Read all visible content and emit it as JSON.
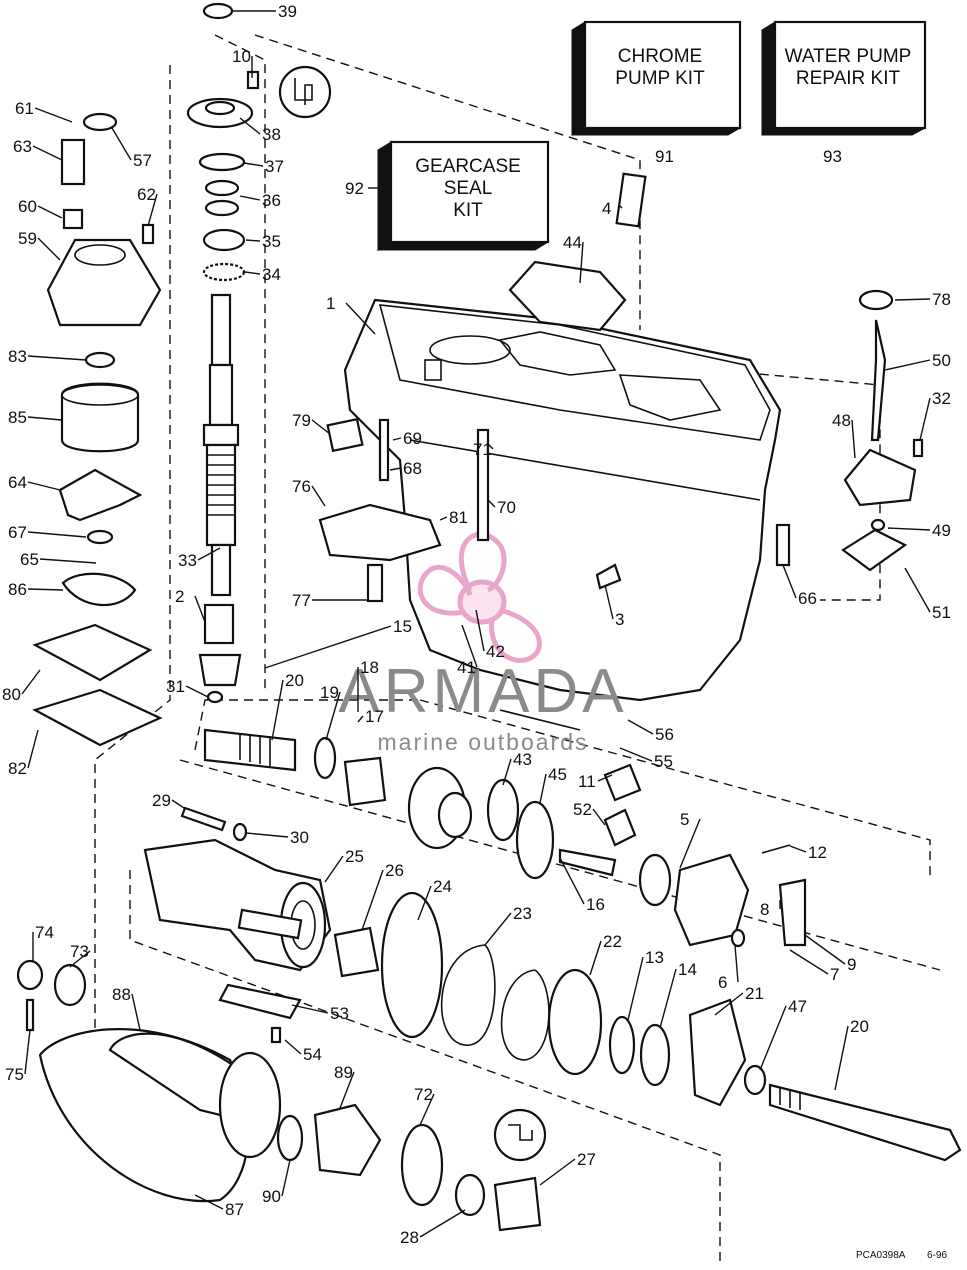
{
  "kits": {
    "chrome_pump": {
      "line1": "CHROME",
      "line2": "PUMP KIT",
      "ref": "91"
    },
    "water_pump": {
      "line1": "WATER PUMP",
      "line2": "REPAIR KIT",
      "ref": "93"
    },
    "gearcase_seal": {
      "line1": "GEARCASE",
      "line2": "SEAL",
      "line3": "KIT",
      "ref": "92"
    }
  },
  "watermark": {
    "brand": "ARMADA",
    "tagline": "marine outboards"
  },
  "drawing_code": "PCA0398A",
  "drawing_date": "6-96",
  "callouts": [
    "39",
    "10",
    "38",
    "37",
    "36",
    "35",
    "34",
    "61",
    "57",
    "63",
    "60",
    "62",
    "59",
    "83",
    "85",
    "64",
    "67",
    "65",
    "86",
    "80",
    "82",
    "31",
    "2",
    "33",
    "1",
    "79",
    "69",
    "68",
    "81",
    "71",
    "70",
    "76",
    "77",
    "15",
    "41",
    "42",
    "3",
    "4",
    "44",
    "78",
    "50",
    "32",
    "48",
    "49",
    "51",
    "66",
    "20",
    "19",
    "18",
    "17",
    "55",
    "56",
    "43",
    "45",
    "11",
    "52",
    "5",
    "12",
    "29",
    "30",
    "25",
    "26",
    "24",
    "23",
    "16",
    "8",
    "9",
    "7",
    "6",
    "22",
    "13",
    "14",
    "21",
    "47",
    "20",
    "74",
    "73",
    "88",
    "53",
    "54",
    "75",
    "89",
    "72",
    "90",
    "87",
    "28",
    "27"
  ]
}
